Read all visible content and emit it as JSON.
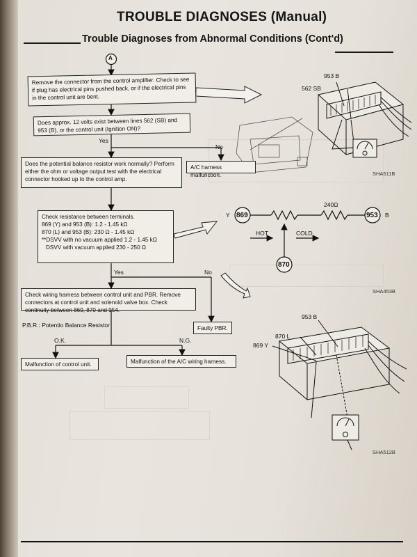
{
  "header": {
    "title": "TROUBLE DIAGNOSES (Manual)",
    "subtitle": "Trouble Diagnoses from Abnormal Conditions (Cont'd)"
  },
  "flow": {
    "connector": "A",
    "step1": "Remove the connector from the control amplifier. Check to see if plug has electrical pins pushed back, or if the electrical pins in the control unit are bent.",
    "step2": "Does approx. 12 volts exist between lines 562 (SB) and 953 (B), or the control unit (Ignition ON)?",
    "step2_yes": "Yes",
    "step2_no": "No",
    "harness_malfunction": "A/C harness malfunction.",
    "step3": "Does the potential balance resistor work normally? Perform either the ohm or voltage output test with the electrical connector hooked up to the control amp.",
    "step4_lines": [
      "Check resistance between terminals.",
      "869 (Y) and 953 (B):  1.2 - 1.45 kΩ",
      "870 (L) and 953 (B):  230 Ω - 1.45 kΩ",
      "**DSVV with no vacuum applied 1.2 - 1.45 kΩ",
      "DSVV with vacuum applied 230 - 250 Ω"
    ],
    "step4_yes": "Yes",
    "step4_no": "No",
    "step5": "Check wiring harness between control unit and PBR. Remove connectors at control unit and solenoid valve box. Check continuity between 869, 870 and 954.",
    "faulty_pbr": "Faulty PBR.",
    "pbr_note": "P.B.R.: Potentio Balance Resistor",
    "ok_label": "O.K.",
    "ng_label": "N.G.",
    "malfunction_control": "Malfunction of control unit.",
    "malfunction_wiring": "Malfunction of the A/C wiring harness."
  },
  "figure1": {
    "label_953b": "953 B",
    "label_562sb": "562 SB",
    "code": "SHA511B"
  },
  "figure2": {
    "node_869": "869",
    "node_953": "953",
    "node_870": "870",
    "y_label": "Y",
    "b_label": "B",
    "resistor_value": "240Ω",
    "hot": "HOT",
    "cold": "COLD",
    "code": "SHA453B"
  },
  "figure3": {
    "label_953b": "953 B",
    "label_870l": "870 L",
    "label_869y": "869 Y",
    "code": "SHA512B"
  }
}
